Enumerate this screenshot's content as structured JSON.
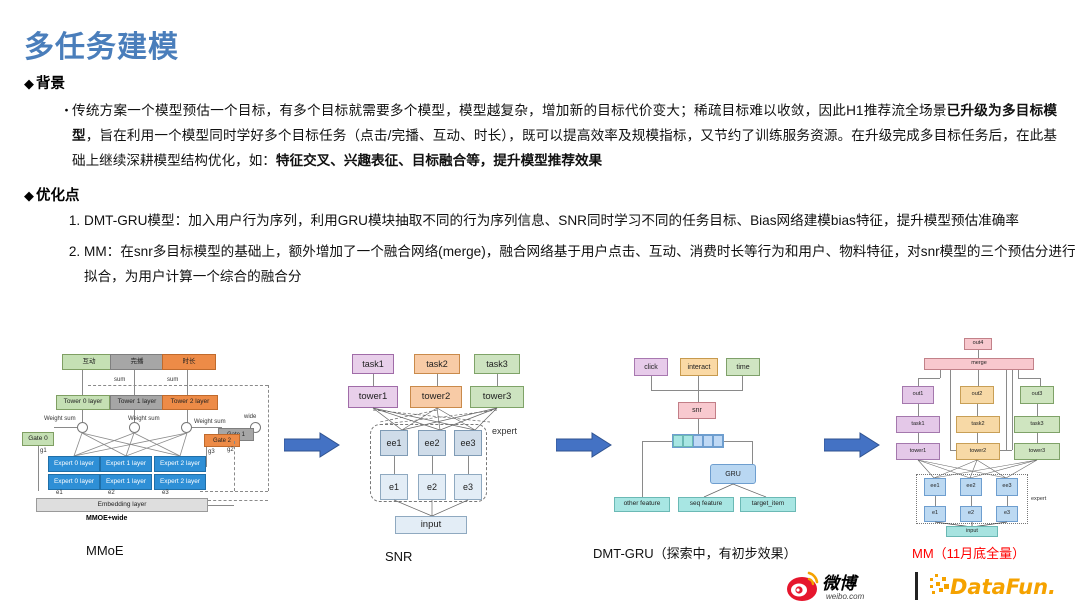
{
  "slide": {
    "title": "多任务建模",
    "sections": [
      {
        "marker": "◆",
        "label": "背景"
      },
      {
        "marker": "◆",
        "label": "优化点"
      }
    ],
    "background_paragraph": {
      "bullet": "・",
      "line1_a": "传统方案一个模型预估一个目标，有多个目标就需要多个模型，模型越复杂，增加新的目标代价变大；稀疏目标难以收敛，因此H1推荐流全场景",
      "line1_b": "已升级为多目标模型",
      "line1_c": "，旨在利用一个模型同时学好多个目标任务（点击/完播、互动、时长），既可以提高效率及规模指标，又节约了训练服务资源。在升级完成多目标任务后，在此基础上继续深耕模型结构优化，如：",
      "line1_d": "特征交叉、兴趣表征、目标融合等，提升模型推荐效果"
    },
    "optimization_items": [
      "DMT-GRU模型：加入用户行为序列，利用GRU模块抽取不同的行为序列信息、SNR同时学习不同的任务目标、Bias网络建模bias特征，提升模型预估准确率",
      "MM：在snr多目标模型的基础上，额外增加了一个融合网络(merge)，融合网络基于用户点击、互动、消费时长等行为和用户、物料特征，对snr模型的三个预估分进行拟合，为用户计算一个综合的融合分"
    ],
    "captions": [
      {
        "text": "MMoE",
        "color": "#111111"
      },
      {
        "text": "SNR",
        "color": "#111111"
      },
      {
        "text": "DMT-GRU（探索中，有初步效果）",
        "color": "#111111"
      },
      {
        "text": "MM（11月底全量）",
        "color": "#FF0000"
      }
    ],
    "figures": {
      "mmoe": {
        "name": "MMOE+wide",
        "targets": [
          "互动",
          "完播",
          "时长"
        ],
        "towers": [
          "Tower 0 layer",
          "Tower 1 layer",
          "Tower 2 layer"
        ],
        "experts_upper": [
          "Expert 0 layer",
          "Expert 1 layer",
          "Expert 2 layer"
        ],
        "experts_lower": [
          "Expert 0 layer",
          "Expert 1 layer",
          "Expert 2 layer"
        ],
        "gates": [
          "Gate 0",
          "Gate 1",
          "Gate 2"
        ],
        "embedding": "Embedding layer",
        "edge_labels": [
          "sum",
          "sum",
          "Weight sum",
          "Weight sum",
          "Weight sum",
          "wide",
          "g1",
          "g2",
          "g3",
          "e1",
          "e2",
          "e3"
        ]
      },
      "snr": {
        "tasks": [
          "task1",
          "task2",
          "task3"
        ],
        "towers": [
          "tower1",
          "tower2",
          "tower3"
        ],
        "ee": [
          "ee1",
          "ee2",
          "ee3"
        ],
        "e": [
          "e1",
          "e2",
          "e3"
        ],
        "input": "input",
        "expert_label": "expert"
      },
      "dmt": {
        "outputs": [
          "click",
          "interact",
          "time"
        ],
        "snr": "snr",
        "gru": "GRU",
        "features": [
          "other  feature",
          "seq  feature",
          "target_item"
        ]
      },
      "mm": {
        "out4": "out4",
        "merge": "merge",
        "outs": [
          "out1",
          "out2",
          "out3"
        ],
        "tasks": [
          "task1",
          "task2",
          "task3"
        ],
        "towers": [
          "tower1",
          "tower2",
          "tower3"
        ],
        "ee": [
          "ee1",
          "ee2",
          "ee3"
        ],
        "e": [
          "e1",
          "e2",
          "e3"
        ],
        "input": "input",
        "expert_label": "expert"
      }
    },
    "footer": {
      "weibo_cn": "微博",
      "weibo_url": "weibo.com",
      "datafun": "DataFun."
    },
    "colors": {
      "title_blue": "#4A7EBB",
      "arrow_blue": "#4472C4",
      "highlight_red": "#FF0000"
    }
  }
}
